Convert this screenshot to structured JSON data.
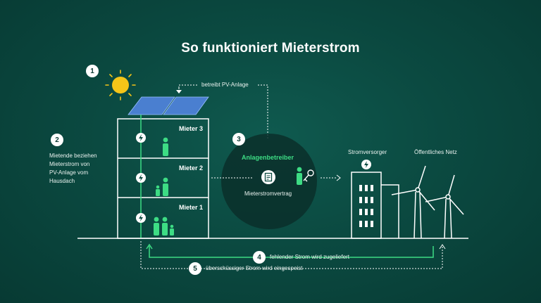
{
  "title": "So funktioniert Mieterstrom",
  "steps": {
    "one": "1",
    "two": "2",
    "three": "3",
    "four": "4",
    "five": "5"
  },
  "pv_operator_note": "betreibt PV-Anlage",
  "tenants_text": [
    "Mietende beziehen",
    "Mieterstrom von",
    "PV-Anlage vom",
    "Hausdach"
  ],
  "floors": [
    "Mieter 3",
    "Mieter 2",
    "Mieter 1"
  ],
  "operator": {
    "title": "Anlagenbetreiber",
    "contract": "Mieterstromvertrag"
  },
  "supplier": "Stromversorger",
  "public_grid": "Öffentliches Netz",
  "flows": {
    "supplied": "fehlender Strom wird zugeliefert",
    "fed_in": "überschüssiger Strom wird eingespeist"
  },
  "colors": {
    "background": "#0b4a41",
    "accent_green": "#3ddc84",
    "line_white": "#ffffff",
    "sun": "#f5c518",
    "panel": "#4a7fd0"
  },
  "icons": [
    "sun-icon",
    "solar-panel-icon",
    "lightning-icon",
    "person-icon",
    "contract-icon",
    "key-icon",
    "wind-turbine-icon",
    "power-plant-icon"
  ]
}
